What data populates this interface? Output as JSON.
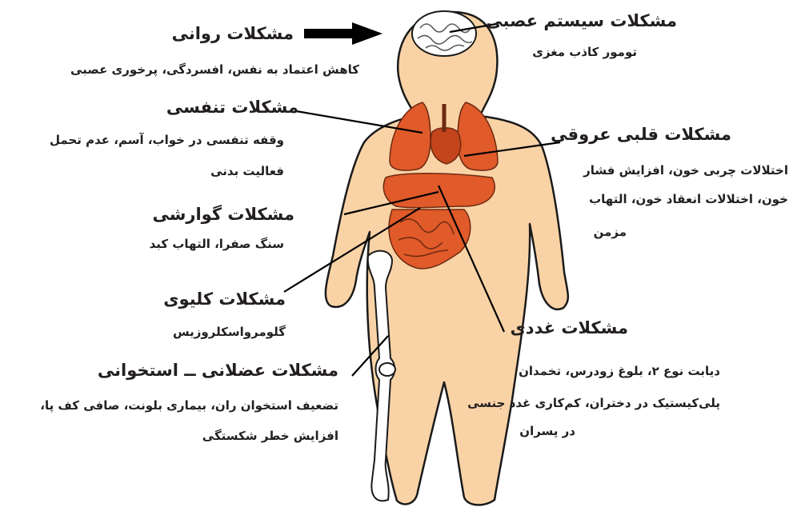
{
  "groups": [
    {
      "id": "nervous",
      "title": "مشکلات سیستم عصبی",
      "lines": [
        "تومور کاذب مغزی"
      ]
    },
    {
      "id": "psych",
      "title": "مشکلات روانی",
      "lines": [
        "کاهش اعتماد به نفس، افسردگی، پرخوری عصبی"
      ]
    },
    {
      "id": "respiratory",
      "title": "مشکلات تنفسی",
      "lines": [
        "وقفه تنفسی در خواب، آسم، عدم تحمل",
        "فعالیت بدنی"
      ]
    },
    {
      "id": "cardio",
      "title": "مشکلات قلبی عروقی",
      "lines": [
        "اختلالات چربی خون، افزایش فشار",
        "خون، اختلالات انعقاد خون، التهاب",
        "مزمن"
      ]
    },
    {
      "id": "digestive",
      "title": "مشکلات گوارشی",
      "lines": [
        "سنگ صفرا، التهاب کبد"
      ]
    },
    {
      "id": "kidney",
      "title": "مشکلات کلیوی",
      "lines": [
        "گلومرواسکلروزیس"
      ]
    },
    {
      "id": "endocrine",
      "title": "مشکلات غددی",
      "lines": [
        "دیابت نوع ۲، بلوغ زودرس، تخمدان",
        "پلی‌کیستیک در دختران، کم‌کاری غدد جنسی",
        "در پسران"
      ]
    },
    {
      "id": "musculo",
      "title": "مشکلات عضلانی ــ استخوانی",
      "lines": [
        "تضعیف استخوان ران، بیماری بلونت، صافی کف پا،",
        "افزایش خطر شکستگی"
      ]
    }
  ],
  "colors": {
    "skin": "#f9d3a6",
    "outline": "#1a1a1a",
    "organ": "#e05a2a",
    "organ_dark": "#c4441c",
    "text": "#231f20"
  }
}
